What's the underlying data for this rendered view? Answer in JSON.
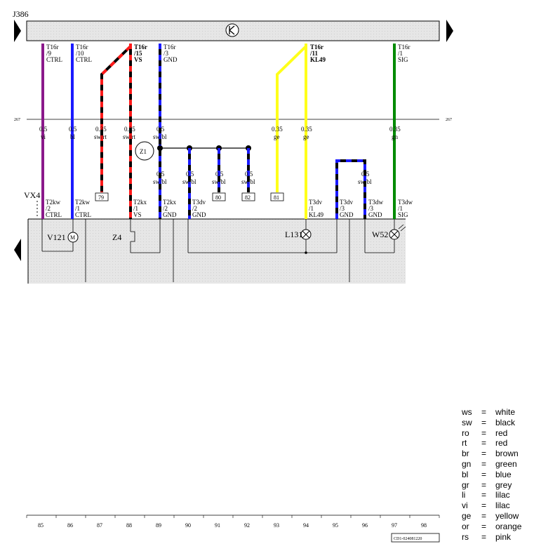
{
  "component_labels": {
    "j386": "J386",
    "vx4": "VX4",
    "v121": "V121",
    "z4": "Z4",
    "z1": "Z1",
    "l131": "L131",
    "w52": "W52",
    "motor": "M"
  },
  "top_connectors": [
    {
      "a": "T16r",
      "b": "/9",
      "c": "CTRL",
      "bold": false
    },
    {
      "a": "T16r",
      "b": "/10",
      "c": "CTRL",
      "bold": false
    },
    {
      "a": "T16r",
      "b": "/15",
      "c": "VS",
      "bold": true
    },
    {
      "a": "T16r",
      "b": "/3",
      "c": "GND",
      "bold": false
    },
    {
      "a": "T16r",
      "b": "/11",
      "c": "KL49",
      "bold": true
    },
    {
      "a": "T16r",
      "b": "/1",
      "c": "SIG",
      "bold": false
    }
  ],
  "ref_marker": "267",
  "wire_specs": [
    {
      "size": "0.5",
      "color": "vi"
    },
    {
      "size": "0.5",
      "color": "bl"
    },
    {
      "size": "0.35",
      "color": "sw/rt"
    },
    {
      "size": "0.35",
      "color": "sw/rt"
    },
    {
      "size": "0.5",
      "color": "sw/bl"
    },
    {
      "size": "0.35",
      "color": "ge"
    },
    {
      "size": "0.35",
      "color": "ge"
    },
    {
      "size": "0.35",
      "color": "gn"
    }
  ],
  "lower_wire_specs": [
    {
      "size": "0.5",
      "color": "sw/bl"
    },
    {
      "size": "0.5",
      "color": "sw/bl"
    },
    {
      "size": "0.5",
      "color": "sw/bl"
    },
    {
      "size": "0.5",
      "color": "sw/bl"
    },
    {
      "size": "0.5",
      "color": "sw/bl"
    }
  ],
  "ref_boxes": [
    "79",
    "80",
    "82",
    "81"
  ],
  "bottom_connectors": [
    {
      "a": "T2kw",
      "b": "/2",
      "c": "CTRL"
    },
    {
      "a": "T2kw",
      "b": "/1",
      "c": "CTRL"
    },
    {
      "a": "T2kx",
      "b": "/1",
      "c": "VS"
    },
    {
      "a": "T2kx",
      "b": "/2",
      "c": "GND"
    },
    {
      "a": "T3dv",
      "b": "/2",
      "c": "GND"
    },
    {
      "a": "T3dv",
      "b": "/1",
      "c": "KL49"
    },
    {
      "a": "T3dv",
      "b": "/3",
      "c": "GND"
    },
    {
      "a": "T3dw",
      "b": "/3",
      "c": "GND"
    },
    {
      "a": "T3dw",
      "b": "/1",
      "c": "SIG"
    }
  ],
  "track_numbers": [
    "85",
    "86",
    "87",
    "88",
    "89",
    "90",
    "91",
    "92",
    "93",
    "94",
    "95",
    "96",
    "97",
    "98"
  ],
  "drawing_id": "CD1-024081220",
  "legend": [
    {
      "abbr": "ws",
      "eq": "=",
      "name": "white"
    },
    {
      "abbr": "sw",
      "eq": "=",
      "name": "black"
    },
    {
      "abbr": "ro",
      "eq": "=",
      "name": "red"
    },
    {
      "abbr": "rt",
      "eq": "=",
      "name": "red"
    },
    {
      "abbr": "br",
      "eq": "=",
      "name": "brown"
    },
    {
      "abbr": "gn",
      "eq": "=",
      "name": "green"
    },
    {
      "abbr": "bl",
      "eq": "=",
      "name": "blue"
    },
    {
      "abbr": "gr",
      "eq": "=",
      "name": "grey"
    },
    {
      "abbr": "li",
      "eq": "=",
      "name": "lilac"
    },
    {
      "abbr": "vi",
      "eq": "=",
      "name": "lilac"
    },
    {
      "abbr": "ge",
      "eq": "=",
      "name": "yellow"
    },
    {
      "abbr": "or",
      "eq": "=",
      "name": "orange"
    },
    {
      "abbr": "rs",
      "eq": "=",
      "name": "pink"
    }
  ],
  "colors": {
    "violet": "#8b1a8b",
    "blue": "#1a1aff",
    "red": "#ff1a1a",
    "black": "#000000",
    "yellow": "#ffff1a",
    "green": "#008a00",
    "module_fill": "#dcdcdc"
  }
}
